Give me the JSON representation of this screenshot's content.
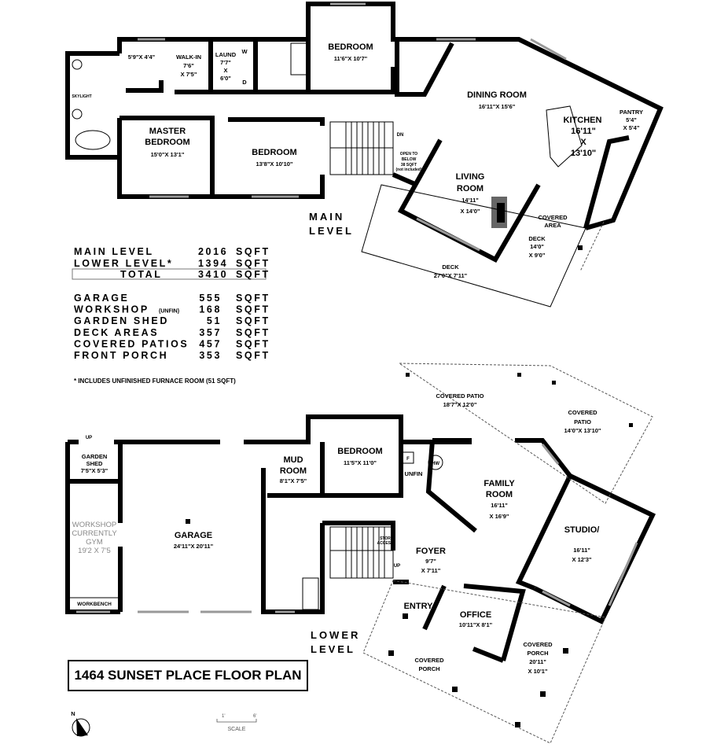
{
  "title": "1464 SUNSET PLACE FLOOR PLAN",
  "main_level": {
    "label_line1": "MAIN",
    "label_line2": "LEVEL",
    "rooms": {
      "bath_dim": "5'9\"X 4'4\"",
      "walkin_name": "WALK-IN",
      "walkin_dim1": "7'6\"",
      "walkin_dim2": "X 7'5\"",
      "laund_name": "LAUND",
      "laund_dim1": "7'7\"",
      "laund_dim2": "X",
      "laund_dim3": "6'0\"",
      "washer": "W",
      "dryer": "D",
      "skylight": "SKYLIGHT",
      "master_name1": "MASTER",
      "master_name2": "BEDROOM",
      "master_dim": "15'0\"X 13'1\"",
      "bedroom2_name": "BEDROOM",
      "bedroom2_dim": "13'8\"X 10'10\"",
      "bedroom1_name": "BEDROOM",
      "bedroom1_dim": "11'6\"X 10'7\"",
      "dn": "DN",
      "open1": "OPEN TO",
      "open2": "BELOW",
      "open3": "38 SQFT",
      "open4": "(not included)",
      "dining_name": "DINING ROOM",
      "dining_dim": "16'11\"X 15'6\"",
      "kitchen_name": "KITCHEN",
      "kitchen_dim1": "16'11\"",
      "kitchen_dim2": "X",
      "kitchen_dim3": "13'10\"",
      "pantry_name": "PANTRY",
      "pantry_dim1": "5'4\"",
      "pantry_dim2": "X 5'4\"",
      "living_name1": "LIVING",
      "living_name2": "ROOM",
      "living_dim1": "14'11\"",
      "living_dim2": "X 14'0\"",
      "covered1": "COVERED",
      "covered2": "AREA",
      "deck_small_name": "DECK",
      "deck_small_dim1": "14'0\"",
      "deck_small_dim2": "X 9'0\"",
      "deck_big_name": "DECK",
      "deck_big_dim": "27'0\"X 7'11\""
    }
  },
  "area_summary": {
    "levels": [
      {
        "name": "MAIN LEVEL",
        "value": "2016",
        "unit": "SQFT"
      },
      {
        "name": "LOWER LEVEL*",
        "value": "1394",
        "unit": "SQFT"
      }
    ],
    "total": {
      "name": "TOTAL",
      "value": "3410",
      "unit": "SQFT"
    },
    "other": [
      {
        "name": "GARAGE",
        "note": "",
        "value": "555",
        "unit": "SQFT"
      },
      {
        "name": "WORKSHOP",
        "note": "(UNFIN)",
        "value": "168",
        "unit": "SQFT"
      },
      {
        "name": "GARDEN SHED",
        "note": "",
        "value": "51",
        "unit": "SQFT"
      },
      {
        "name": "DECK AREAS",
        "note": "",
        "value": "357",
        "unit": "SQFT"
      },
      {
        "name": "COVERED PATIOS",
        "note": "",
        "value": "457",
        "unit": "SQFT"
      },
      {
        "name": "FRONT PORCH",
        "note": "",
        "value": "353",
        "unit": "SQFT"
      }
    ],
    "footnote": "* INCLUDES UNFINISHED FURNACE ROOM (51 SQFT)"
  },
  "lower_level": {
    "label_line1": "LOWER",
    "label_line2": "LEVEL",
    "rooms": {
      "up1": "UP",
      "shed_name1": "GARDEN",
      "shed_name2": "SHED",
      "shed_dim": "7'5\"X 5'3\"",
      "workshop1": "WORKSHOP",
      "workshop2": "CURRENTLY",
      "workshop3": "GYM",
      "workshop4": "19'2 X 7'5",
      "workbench": "WORKBENCH",
      "garage_name": "GARAGE",
      "garage_dim": "24'11\"X 20'11\"",
      "mud_name1": "MUD",
      "mud_name2": "ROOM",
      "mud_dim": "8'1\"X 7'5\"",
      "bedroom_name": "BEDROOM",
      "bedroom_dim": "11'5\"X 11'0\"",
      "furnace": "F",
      "unfin": "UNFIN",
      "hw": "HW",
      "stor1": "STOR",
      "stor2": "ACCESS",
      "up2": "UP",
      "patio1_name": "COVERED PATIO",
      "patio1_dim": "18'7\"X 12'0\"",
      "patio2_name1": "COVERED",
      "patio2_name2": "PATIO",
      "patio2_dim": "14'0\"X 13'10\"",
      "family_name1": "FAMILY",
      "family_name2": "ROOM",
      "family_dim1": "16'11\"",
      "family_dim2": "X 16'9\"",
      "studio_name": "STUDIO/",
      "studio_dim1": "16'11\"",
      "studio_dim2": "X 12'3\"",
      "foyer_name": "FOYER",
      "foyer_dim1": "9'7\"",
      "foyer_dim2": "X 7'11\"",
      "entry": "ENTRY",
      "office_name": "OFFICE",
      "office_dim": "10'11\"X 8'1\"",
      "porch1_name1": "COVERED",
      "porch1_name2": "PORCH",
      "porch2_name1": "COVERED",
      "porch2_name2": "PORCH",
      "porch2_dim1": "20'11\"",
      "porch2_dim2": "X 10'1\""
    }
  },
  "compass": {
    "north": "N"
  },
  "scale": {
    "label": "SCALE",
    "min": "1'",
    "max": "6'"
  }
}
